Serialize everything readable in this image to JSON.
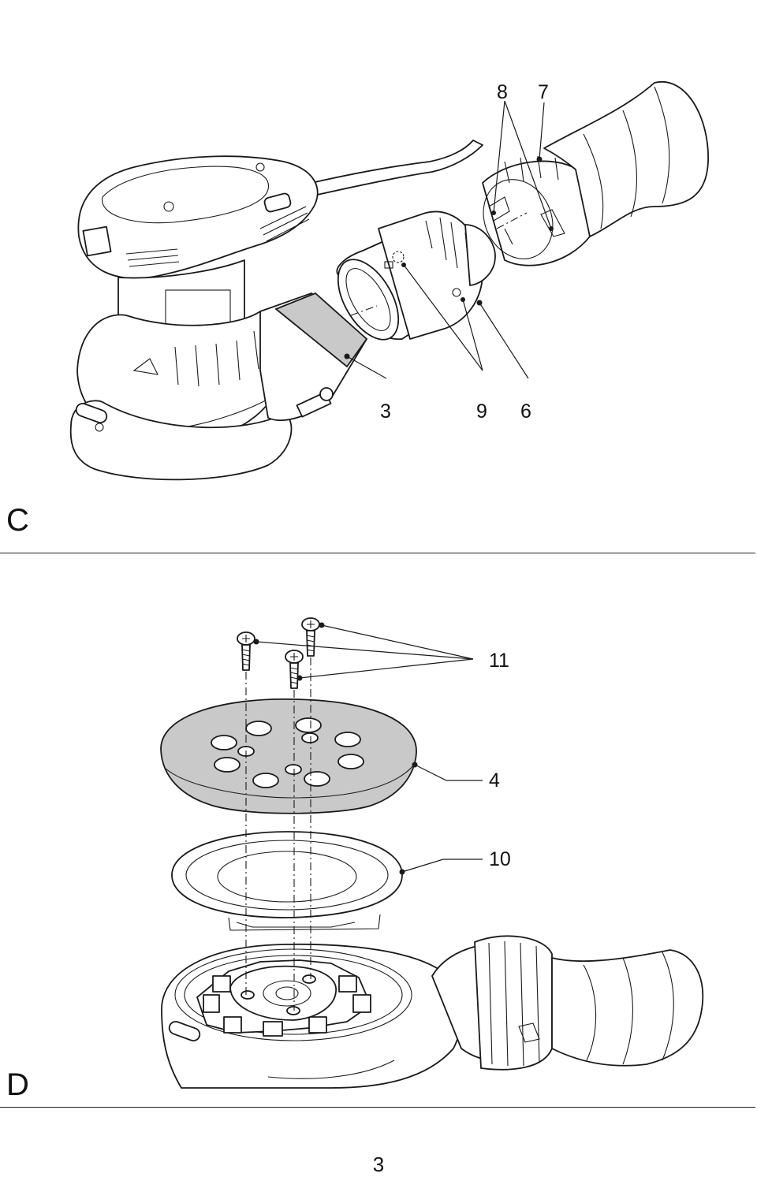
{
  "figure_c": {
    "letter": "C",
    "callouts": {
      "c8": "8",
      "c7": "7",
      "c3": "3",
      "c9": "9",
      "c6": "6"
    }
  },
  "figure_d": {
    "letter": "D",
    "callouts": {
      "c11": "11",
      "c4": "4",
      "c10": "10"
    }
  },
  "page_number": "3"
}
